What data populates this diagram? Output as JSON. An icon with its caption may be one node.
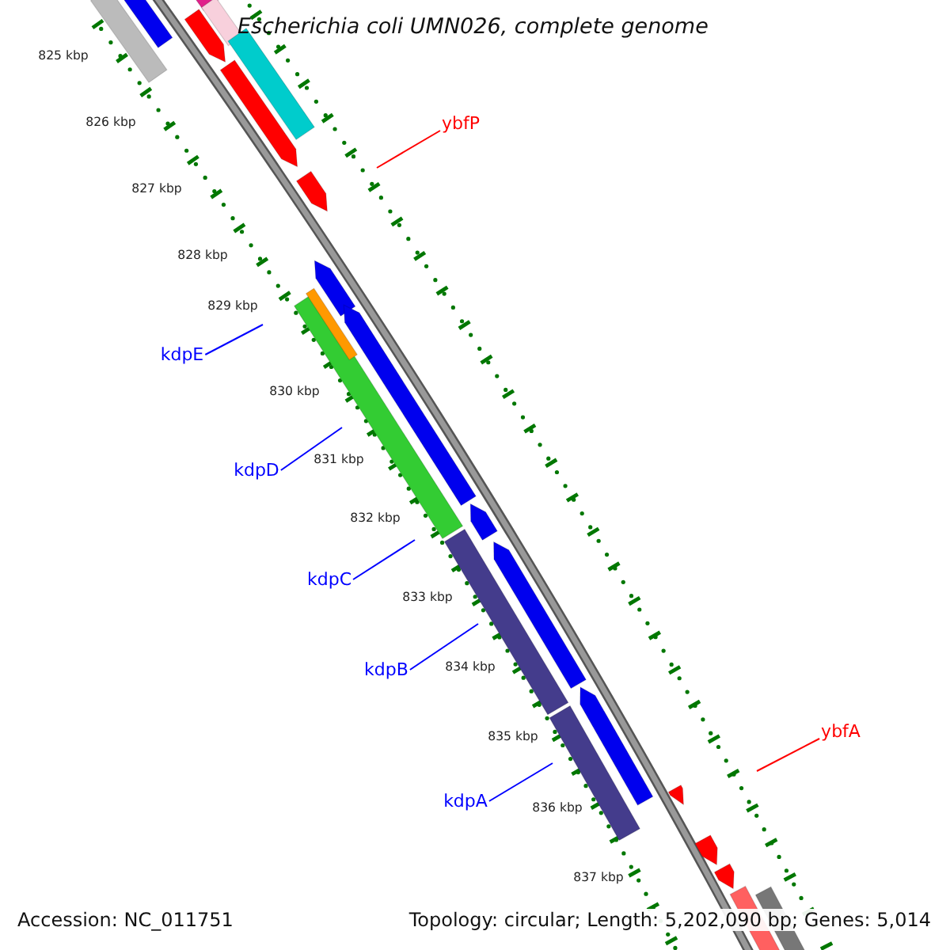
{
  "diagram": {
    "title": "Escherichia coli UMN026, complete genome",
    "nodes": [
      {
        "text": [
          "ybfP"
        ]
      },
      {
        "text": [
          "kdpE"
        ]
      },
      {
        "text": [
          "kdpD"
        ]
      },
      {
        "text": [
          "kdpC"
        ]
      },
      {
        "text": [
          "kdpB"
        ]
      },
      {
        "text": [
          "kdpA"
        ]
      },
      {
        "text": [
          "ybfA"
        ]
      }
    ],
    "edges": [
      {
        "from": 0,
        "to": null,
        "arrow": "none",
        "color": "#ff0000"
      },
      {
        "from": 1,
        "to": null,
        "arrow": "none"
      },
      {
        "from": 2,
        "to": null,
        "arrow": "none"
      },
      {
        "from": 3,
        "to": null,
        "arrow": "none"
      },
      {
        "from": 4,
        "to": null,
        "arrow": "none"
      },
      {
        "from": 5,
        "to": null,
        "arrow": "none"
      },
      {
        "from": 6,
        "to": null,
        "arrow": "none",
        "color": "#ff0000"
      }
    ],
    "labels": [
      "825 kbp",
      "826 kbp",
      "827 kbp",
      "828 kbp",
      "829 kbp",
      "830 kbp",
      "831 kbp",
      "832 kbp",
      "833 kbp",
      "834 kbp",
      "835 kbp",
      "836 kbp",
      "837 kbp",
      "Accession: NC_011751",
      "Topology: circular; Length: 5,202,090 bp; Genes: 5,014"
    ]
  }
}
